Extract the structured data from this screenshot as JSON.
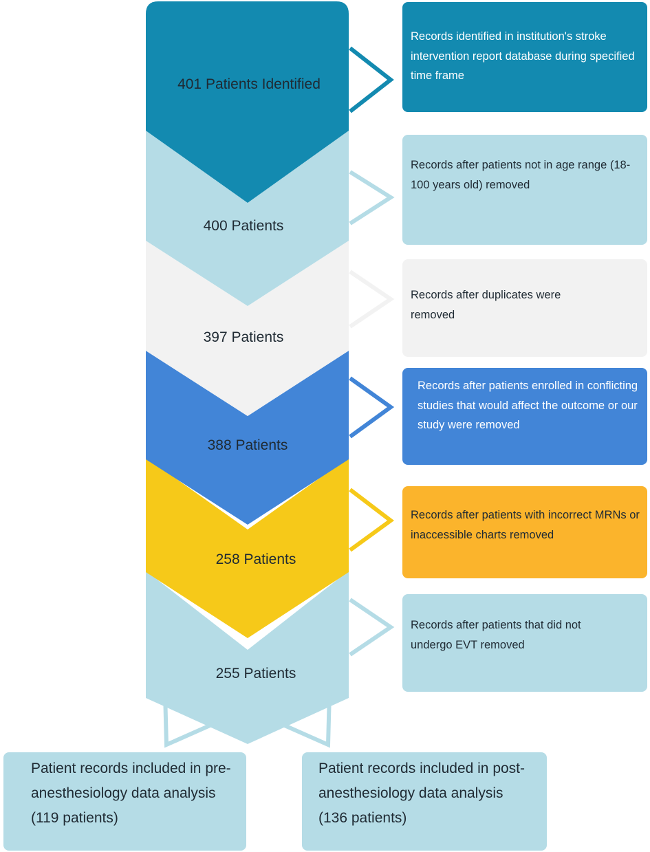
{
  "colors": {
    "teal": "#138AB0",
    "light_blue": "#B5DCE6",
    "light_gray": "#F2F2F2",
    "blue": "#4285D7",
    "yellow": "#F6C919",
    "orange": "#FBB42C",
    "result_box": "#B5DCE6"
  },
  "stages": [
    {
      "label": "401 Patients Identified",
      "note": "Records identified in institution's stroke intervention report database during specified time frame"
    },
    {
      "label": "400 Patients",
      "note": "Records after patients not in age range (18-100 years old) removed"
    },
    {
      "label": "397 Patients",
      "note": "Records after duplicates were removed"
    },
    {
      "label": "388 Patients",
      "note": "Records after patients enrolled in conflicting studies that would affect the outcome or our study were removed"
    },
    {
      "label": "258 Patients",
      "note": "Records after patients with incorrect MRNs or inaccessible charts removed"
    },
    {
      "label": "255 Patients",
      "note": "Records after patients that did not undergo EVT removed"
    }
  ],
  "outcomes": [
    {
      "text": "Patient records included in pre-anesthesiology data analysis (119 patients)"
    },
    {
      "text": "Patient records included in post-anesthesiology data analysis (136 patients)"
    }
  ]
}
